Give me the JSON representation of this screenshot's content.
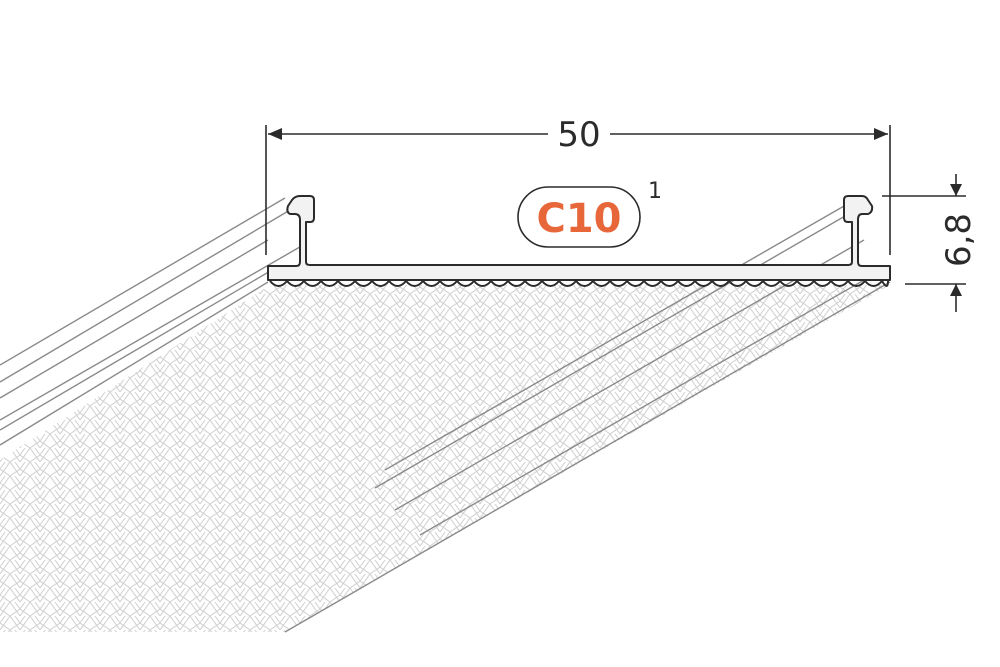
{
  "width_label": "50",
  "height_label": "6,8",
  "profile_code": "C10",
  "superscript": "1",
  "colors": {
    "line": "#2b2b2b",
    "outline": "#8a8a8a",
    "accent": "#e8673a",
    "badge_fill": "#ffffff",
    "profile_fill": "#f2f2f2"
  }
}
